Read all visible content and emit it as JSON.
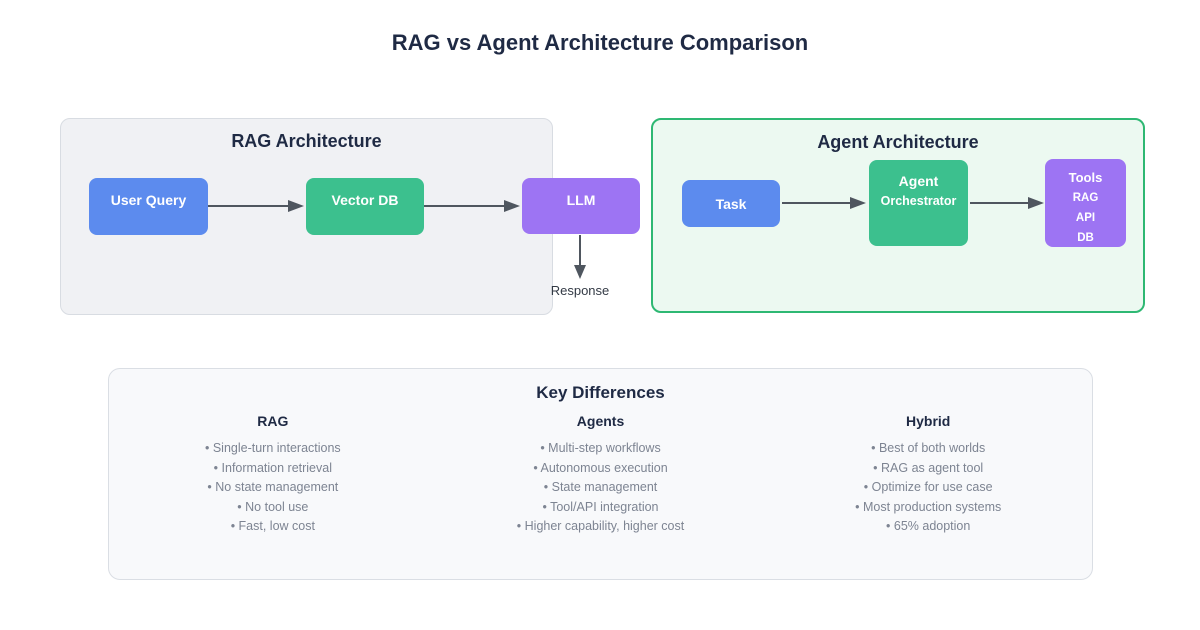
{
  "title": "RAG vs Agent Architecture Comparison",
  "colors": {
    "navy": "#1f2a44",
    "node_blue": "#5c8bee",
    "node_green": "#3cc08e",
    "node_purple": "#9d74f3",
    "arrow_gray": "#4f565f",
    "rag_panel_bg": "#f0f1f4",
    "agent_panel_bg": "#ecf9f1",
    "agent_panel_border": "#2eb873",
    "muted_text": "#7d8492"
  },
  "rag_panel": {
    "title": "RAG Architecture",
    "nodes": {
      "user_query": "User Query",
      "vector_db": "Vector DB",
      "llm": "LLM"
    },
    "response_label": "Response"
  },
  "agent_panel": {
    "title": "Agent Architecture",
    "nodes": {
      "task": "Task",
      "orchestrator_line1": "Agent",
      "orchestrator_line2": "Orchestrator",
      "tools_title": "Tools",
      "tools_items": [
        "RAG",
        "API",
        "DB"
      ]
    }
  },
  "key_differences": {
    "title": "Key Differences",
    "columns": [
      {
        "heading": "RAG",
        "items": [
          "Single-turn interactions",
          "Information retrieval",
          "No state management",
          "No tool use",
          "Fast, low cost"
        ]
      },
      {
        "heading": "Agents",
        "items": [
          "Multi-step workflows",
          "Autonomous execution",
          "State management",
          "Tool/API integration",
          "Higher capability, higher cost"
        ]
      },
      {
        "heading": "Hybrid",
        "items": [
          "Best of both worlds",
          "RAG as agent tool",
          "Optimize for use case",
          "Most production systems",
          "65% adoption"
        ]
      }
    ]
  }
}
